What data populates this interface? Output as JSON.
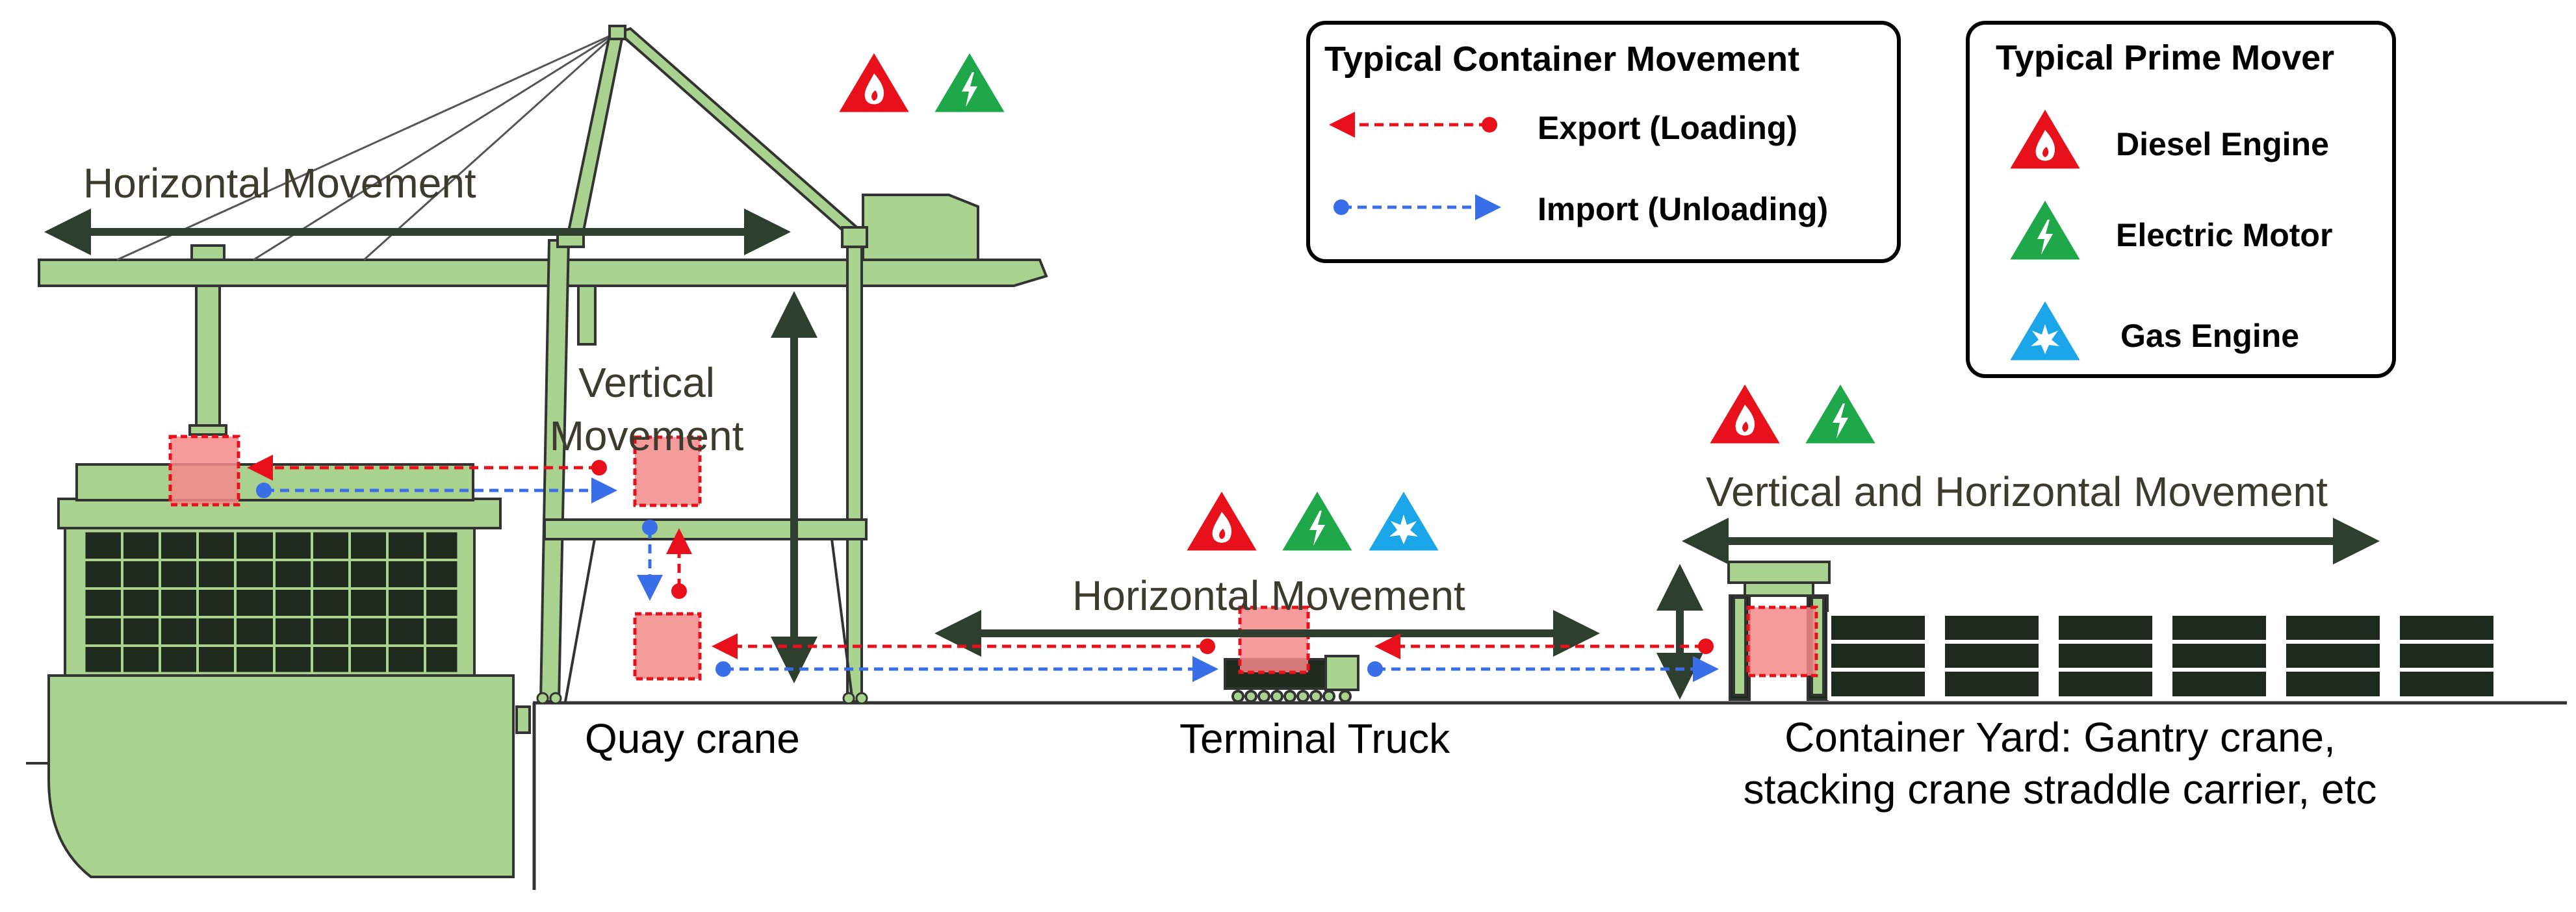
{
  "legend_movement": {
    "title": "Typical Container Movement",
    "export_label": "Export (Loading)",
    "import_label": "Import (Unloading)",
    "export_color": "#e8101a",
    "import_color": "#3a6ee8"
  },
  "legend_prime_mover": {
    "title": "Typical Prime Mover",
    "items": [
      {
        "label": "Diesel Engine",
        "icon": "flame-icon",
        "color": "#e8101a"
      },
      {
        "label": "Electric Motor",
        "icon": "lightning-icon",
        "color": "#1ea84a"
      },
      {
        "label": "Gas Engine",
        "icon": "burst-icon",
        "color": "#1aa6e8"
      }
    ]
  },
  "labels": {
    "quay_horizontal": "Horizontal Movement",
    "quay_vertical_line1": "Vertical",
    "quay_vertical_line2": "Movement",
    "truck_horizontal": "Horizontal Movement",
    "yard_movement": "Vertical and Horizontal Movement",
    "quay_crane": "Quay crane",
    "terminal_truck": "Terminal Truck",
    "yard_line1": "Container Yard: Gantry crane,",
    "yard_line2": "stacking crane straddle carrier, etc"
  },
  "colors": {
    "equipment_fill": "#a9d28e",
    "equipment_stroke": "#333333",
    "movement_arrow": "#2f3f2f",
    "container_fill": "#f48a8a",
    "container_border": "#e8101a"
  }
}
